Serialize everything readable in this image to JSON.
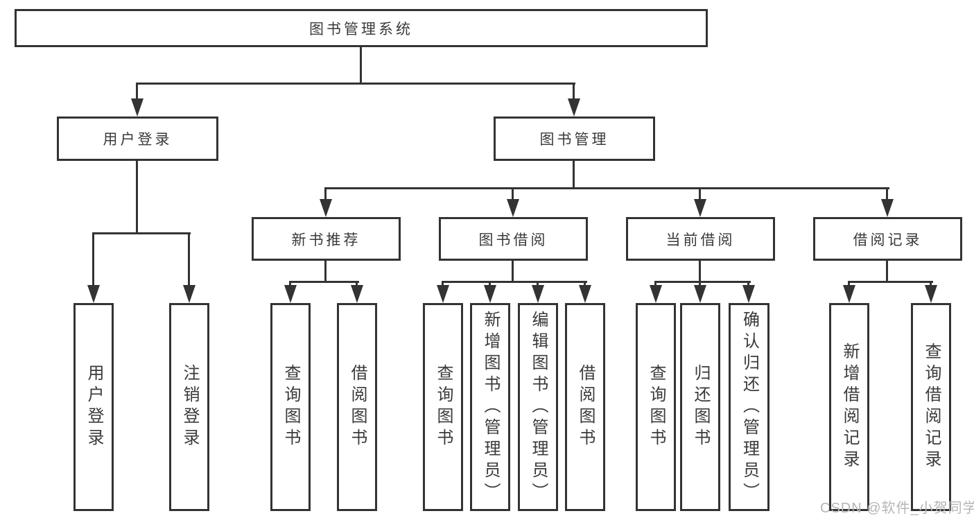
{
  "diagram_title": "图书管理系统",
  "type": "hierarchy-diagram",
  "colors": {
    "line": "#333333",
    "text": "#3a3a3a",
    "background": "#ffffff",
    "watermark": "#b5b5b5"
  },
  "nodes": {
    "root": "图书管理系统",
    "user_login": "用户登录",
    "book_management": "图书管理",
    "new_book_recommend": "新书推荐",
    "book_borrowing": "图书借阅",
    "current_borrowing": "当前借阅",
    "borrowing_records": "借阅记录",
    "leaf_user_login": "用户登录",
    "leaf_logout": "注销登录",
    "nbr_query_books": "查询图书",
    "nbr_borrow_books": "借阅图书",
    "bb_query_books": "查询图书",
    "bb_add_books_admin": "新增图书（管理员）",
    "bb_edit_books_admin": "编辑图书（管理员）",
    "bb_borrow_books": "借阅图书",
    "cb_query_books": "查询图书",
    "cb_return_books": "归还图书",
    "cb_confirm_return_admin": "确认归还（管理员）",
    "br_add_record": "新增借阅记录",
    "br_query_record": "查询借阅记录"
  },
  "hierarchy": {
    "图书管理系统": [
      "用户登录",
      "图书管理"
    ],
    "用户登录": [
      "用户登录",
      "注销登录"
    ],
    "图书管理": [
      "新书推荐",
      "图书借阅",
      "当前借阅",
      "借阅记录"
    ],
    "新书推荐": [
      "查询图书",
      "借阅图书"
    ],
    "图书借阅": [
      "查询图书",
      "新增图书（管理员）",
      "编辑图书（管理员）",
      "借阅图书"
    ],
    "当前借阅": [
      "查询图书",
      "归还图书",
      "确认归还（管理员）"
    ],
    "借阅记录": [
      "新增借阅记录",
      "查询借阅记录"
    ]
  },
  "watermark": "CSDN @软件_小贺同学"
}
